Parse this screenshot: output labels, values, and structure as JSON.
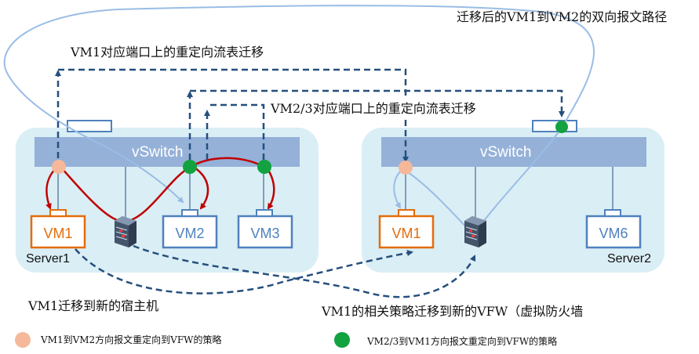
{
  "annotations": {
    "path_after_migration": "迁移后的VM1到VM2的双向报文路径",
    "vm1_port_flow_migration": "VM1对应端口上的重定向流表迁移",
    "vm23_port_flow_migration": "VM2/3对应端口上的重定向流表迁移",
    "vm1_migrate_host": "VM1迁移到新的宿主机",
    "vm1_policy_migrate_vfw": "VM1的相关策略迁移到新的VFW（虚拟防火墙"
  },
  "servers": [
    {
      "name": "Server1",
      "switch_label": "vSwitch",
      "vms": [
        "VM1",
        "VM2",
        "VM3"
      ]
    },
    {
      "name": "Server2",
      "switch_label": "vSwitch",
      "vms": [
        "VM1",
        "VM6"
      ]
    }
  ],
  "legend": [
    {
      "text": "VM1到VM2方向报文重定向到VFW的策略",
      "color": "#f5b89a"
    },
    {
      "text": "VM2/3到VM1方向报文重定向到VFW的策略",
      "color": "#12a23f"
    }
  ],
  "colors": {
    "server_bg": "#daeef5",
    "vswitch": "#95b1d8",
    "vm1_orange": "#e46c0a",
    "vm_blue": "#4f81bd",
    "migration_path": "#99bde6",
    "dashed": "#254f7e",
    "red_path": "#c00000",
    "policy_peach": "#f5b89a",
    "policy_green": "#12a23f"
  },
  "icons": [
    "firewall-icon"
  ]
}
